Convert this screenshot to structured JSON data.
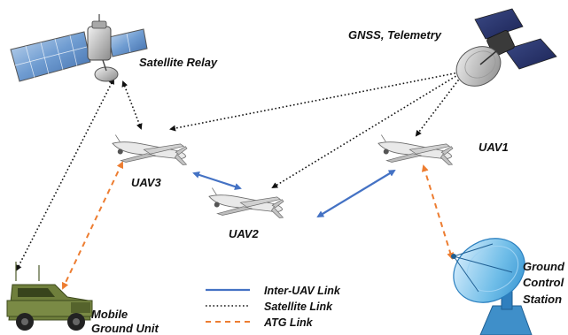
{
  "labels": {
    "satellite_relay": "Satellite Relay",
    "gnss_telemetry": "GNSS, Telemetry",
    "uav1": "UAV1",
    "uav2": "UAV2",
    "uav3": "UAV3",
    "mobile_line1": "Mobile",
    "mobile_line2": "Ground Unit",
    "gcs_line1": "Ground",
    "gcs_line2": "Control",
    "gcs_line3": "Station"
  },
  "legend": {
    "inter_uav": "Inter-UAV Link",
    "satellite": "Satellite Link",
    "atg": "ATG Link"
  },
  "colors": {
    "inter_uav_link": "#4472c4",
    "satellite_link": "#111111",
    "atg_link": "#ed7d31"
  },
  "icons": {
    "relay": "satellite-relay-icon",
    "gnss": "gnss-satellite-icon",
    "uav": "uav-drone-icon",
    "vehicle": "military-vehicle-icon",
    "dish": "ground-station-dish-icon"
  }
}
